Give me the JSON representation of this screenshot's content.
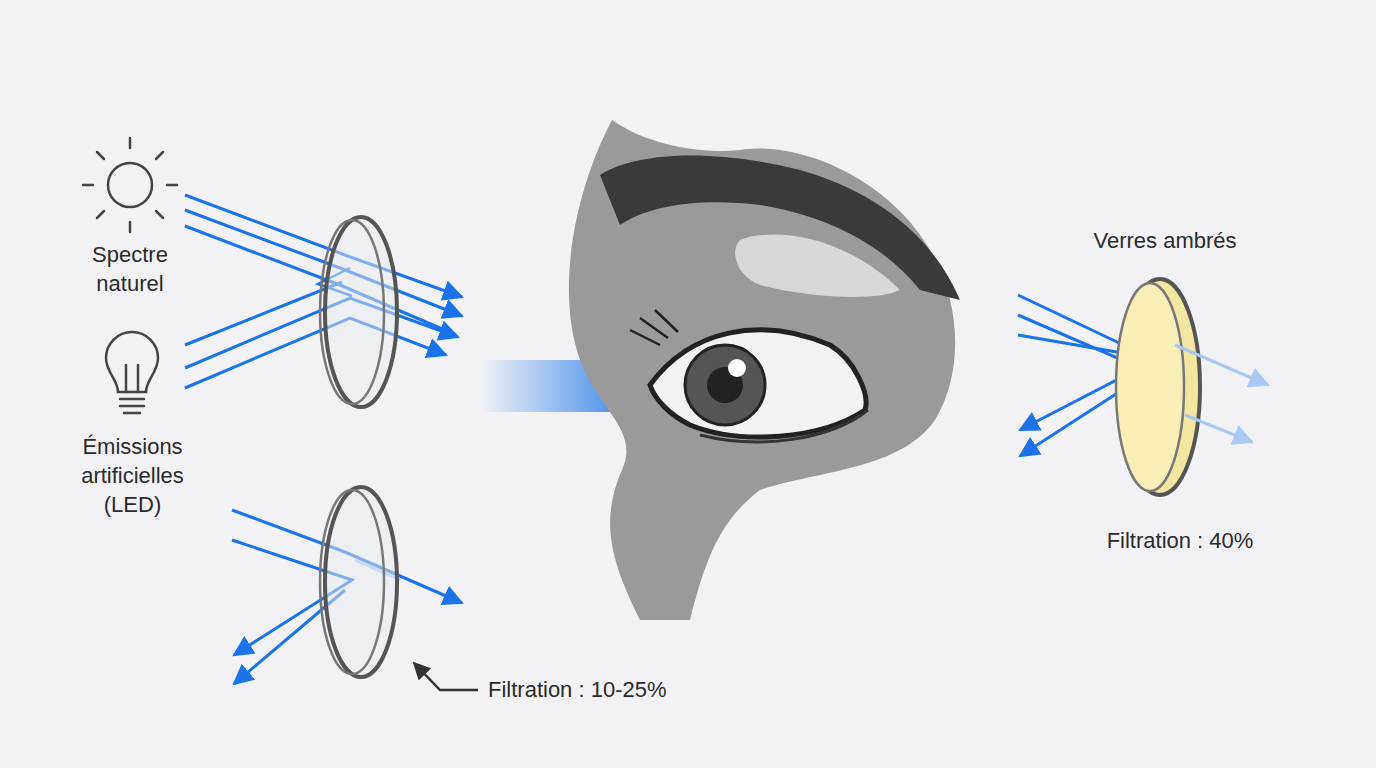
{
  "diagram": {
    "labels": [
      "Spectre naturel",
      "Émissions artificielles (LED)",
      "Verres ambrés",
      "Filtration : 40%",
      "Filtration : 10-25%"
    ]
  }
}
